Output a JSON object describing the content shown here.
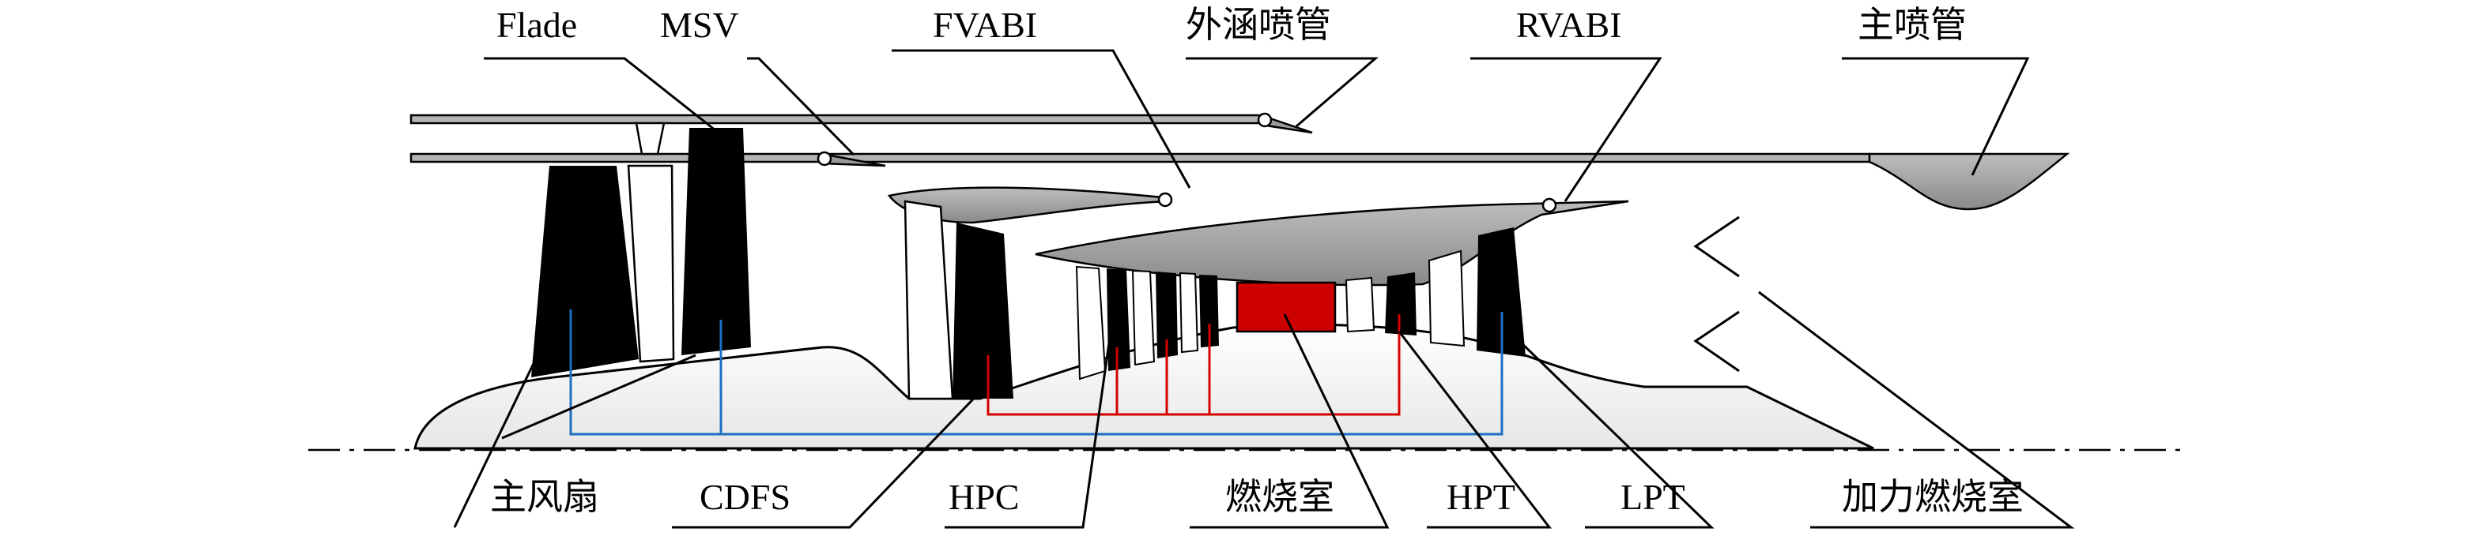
{
  "labels": {
    "flade": "Flade",
    "msv": "MSV",
    "fvabi": "FVABI",
    "bypass_nozzle": "外涵喷管",
    "rvabi": "RVABI",
    "main_nozzle": "主喷管",
    "main_fan": "主风扇",
    "cdfs": "CDFS",
    "hpc": "HPC",
    "combustor": "燃烧室",
    "hpt": "HPT",
    "lpt": "LPT",
    "afterburner": "加力燃烧室"
  },
  "colors": {
    "blade_black": "#000000",
    "body_fill": "#f4f4f4",
    "vane_white": "#ffffff",
    "duct_grey": "#9a9a9a",
    "combustor_red": "#cc0000",
    "shaft_blue": "#1f6fc0",
    "shaft_red": "#d40000"
  }
}
